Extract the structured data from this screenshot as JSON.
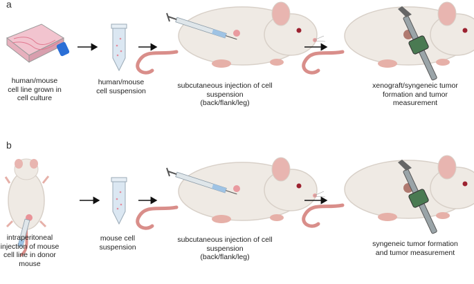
{
  "panel_a": {
    "letter": "a",
    "steps": [
      "human/mouse\ncell line grown in\ncell culture",
      "human/mouse\ncell suspension",
      "subcutaneous injection of cell\nsuspension\n(back/flank/leg)",
      "xenograft/syngeneic tumor\nformation and tumor\nmeasurement"
    ]
  },
  "panel_b": {
    "letter": "b",
    "steps": [
      "intraperitoneal\ninjection of mouse\ncell line in donor\nmouse",
      "mouse cell\nsuspension",
      "subcutaneous injection of cell\nsuspension\n(back/flank/leg)",
      "syngeneic tumor formation\nand tumor measurement"
    ]
  },
  "colors": {
    "mouse_body": "#efeae4",
    "mouse_shade": "#d8d0c8",
    "tail": "#d98e8a",
    "ear": "#e8b5b0",
    "flask_body": "#f2c4cf",
    "flask_cap": "#2b6fd6",
    "tube": "#dbe7f2",
    "syringe": "#c9d4dc",
    "needle_tip": "#1f7fd6",
    "arrow": "#111111",
    "tumor": "#e34a5a"
  },
  "icons": [
    "culture-flask-icon",
    "tube-icon",
    "syringe-icon",
    "mouse-icon",
    "caliper-icon",
    "arrow-icon"
  ]
}
